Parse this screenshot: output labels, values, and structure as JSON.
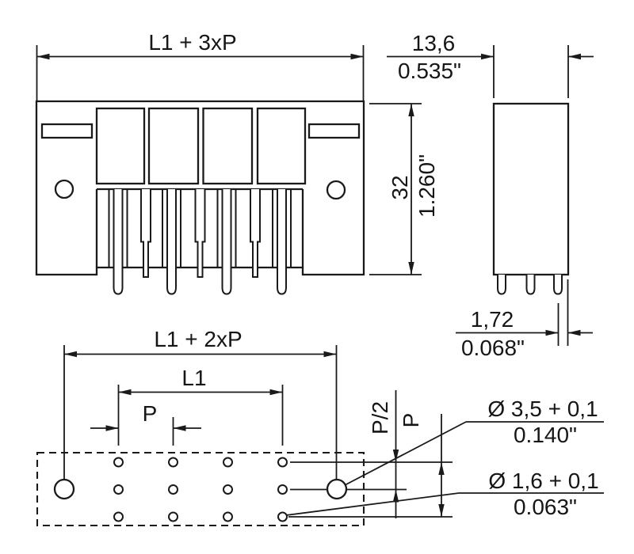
{
  "front": {
    "dim_width": "L1 + 3xP"
  },
  "side": {
    "width_mm": "13,6",
    "width_in": "0.535\"",
    "height_mm": "32",
    "height_in": "1.260\"",
    "pin_dia_mm": "1,72",
    "pin_dia_in": "0.068\""
  },
  "footprint": {
    "dim_total": "L1 + 2xP",
    "dim_l1": "L1",
    "dim_pitch": "P",
    "dim_row_offset": "P/2",
    "dim_row_span": "P",
    "large_hole_mm": "Ø 3,5 + 0,1",
    "large_hole_in": "0.140\"",
    "small_hole_mm": "Ø 1,6 + 0,1",
    "small_hole_in": "0.063\""
  },
  "colors": {
    "line": "#1a1a1a",
    "background": "#ffffff"
  }
}
